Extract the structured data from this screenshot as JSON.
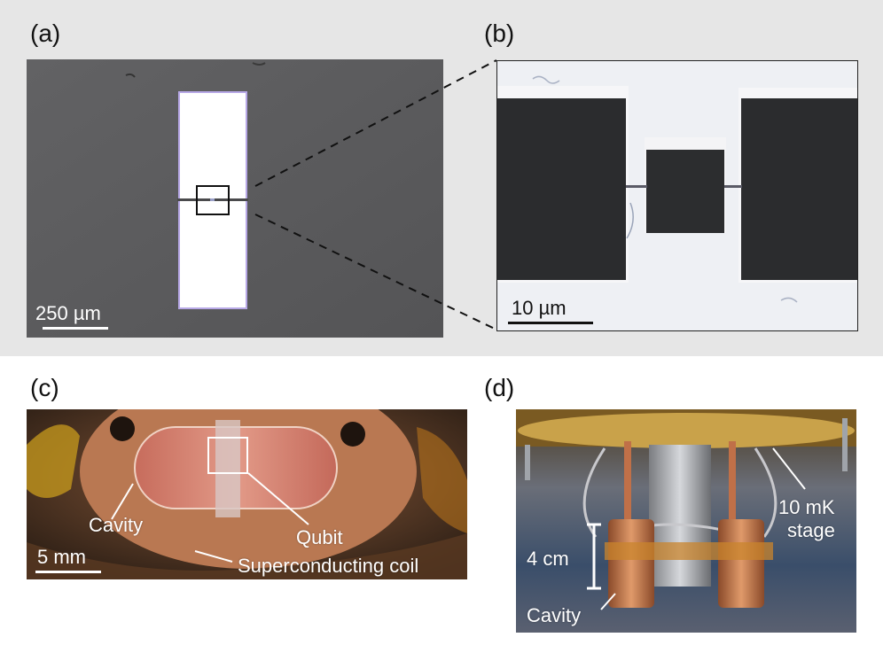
{
  "panels": {
    "a": {
      "label": "(a)",
      "scale_bar": "250 µm"
    },
    "b": {
      "label": "(b)",
      "scale_bar": "10 µm"
    },
    "c": {
      "label": "(c)",
      "scale_bar": "5 mm",
      "annotations": {
        "cavity": "Cavity",
        "qubit": "Qubit",
        "coil": "Superconducting coil"
      }
    },
    "d": {
      "label": "(d)",
      "scale_bar": "4 cm",
      "annotations": {
        "stage_line1": "10 mK",
        "stage_line2": "stage",
        "cavity": "Cavity"
      }
    }
  },
  "colors": {
    "band": "#e6e6e6",
    "micrograph_bg": "#5a5a5c",
    "pad": "#ffffff",
    "pad_outline": "#b7a8e6",
    "copper": "#b8714a",
    "cavity_interior": "#d9826e",
    "gold": "#c9a24a"
  }
}
